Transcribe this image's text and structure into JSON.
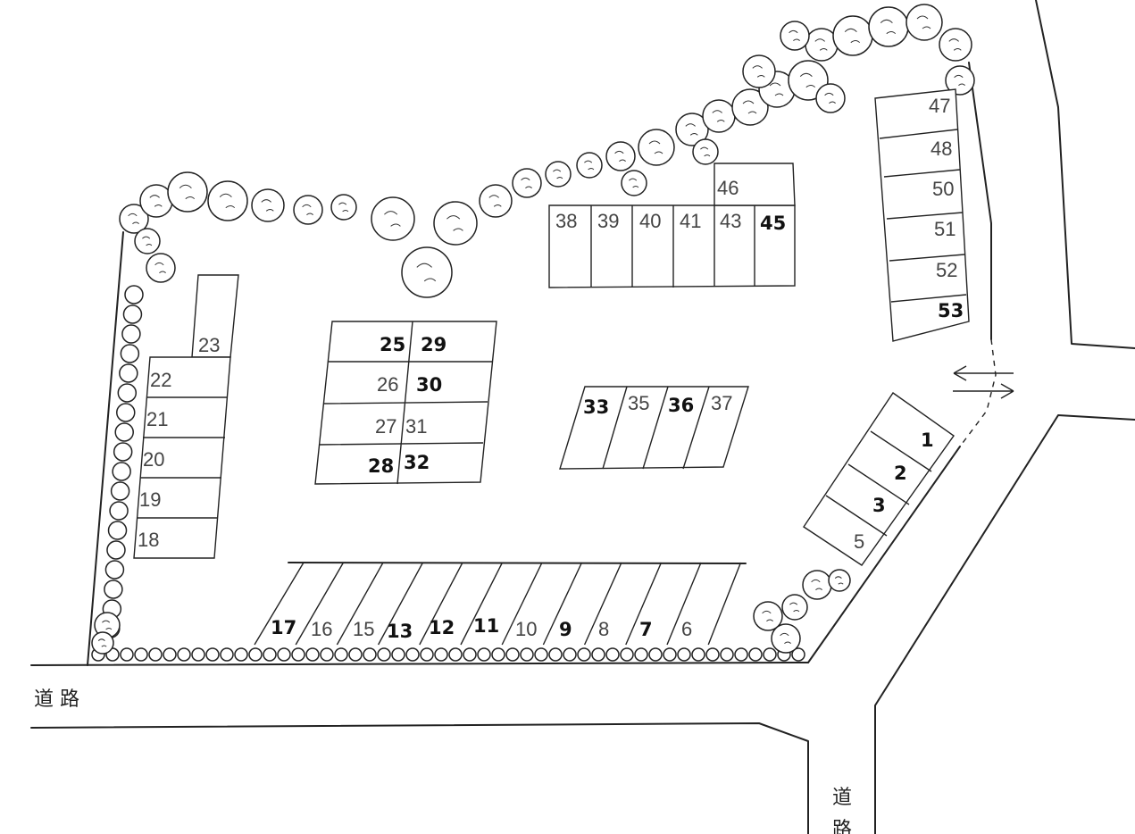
{
  "map": {
    "colors": {
      "line": "#222222",
      "label": "#444444",
      "label_bold": "#111111",
      "background": "#ffffff"
    },
    "road_labels": {
      "bottom_road": "道 路",
      "right_road": "道路"
    },
    "entrance_icon": "two-way-arrow-icon",
    "tree_icon": "tree-canopy-icon",
    "parking_spaces": [
      {
        "label": "1",
        "bold": true
      },
      {
        "label": "2",
        "bold": true
      },
      {
        "label": "3",
        "bold": true
      },
      {
        "label": "5",
        "bold": false
      },
      {
        "label": "6",
        "bold": false
      },
      {
        "label": "7",
        "bold": true
      },
      {
        "label": "8",
        "bold": false
      },
      {
        "label": "9",
        "bold": true
      },
      {
        "label": "10",
        "bold": false
      },
      {
        "label": "11",
        "bold": true
      },
      {
        "label": "12",
        "bold": true
      },
      {
        "label": "13",
        "bold": true
      },
      {
        "label": "15",
        "bold": false
      },
      {
        "label": "16",
        "bold": false
      },
      {
        "label": "17",
        "bold": true
      },
      {
        "label": "18",
        "bold": false
      },
      {
        "label": "19",
        "bold": false
      },
      {
        "label": "20",
        "bold": false
      },
      {
        "label": "21",
        "bold": false
      },
      {
        "label": "22",
        "bold": false
      },
      {
        "label": "23",
        "bold": false
      },
      {
        "label": "25",
        "bold": true
      },
      {
        "label": "26",
        "bold": false
      },
      {
        "label": "27",
        "bold": false
      },
      {
        "label": "28",
        "bold": true
      },
      {
        "label": "29",
        "bold": true
      },
      {
        "label": "30",
        "bold": true
      },
      {
        "label": "31",
        "bold": false
      },
      {
        "label": "32",
        "bold": true
      },
      {
        "label": "33",
        "bold": true
      },
      {
        "label": "35",
        "bold": false
      },
      {
        "label": "36",
        "bold": true
      },
      {
        "label": "37",
        "bold": false
      },
      {
        "label": "38",
        "bold": false
      },
      {
        "label": "39",
        "bold": false
      },
      {
        "label": "40",
        "bold": false
      },
      {
        "label": "41",
        "bold": false
      },
      {
        "label": "43",
        "bold": false
      },
      {
        "label": "45",
        "bold": true
      },
      {
        "label": "46",
        "bold": false
      },
      {
        "label": "47",
        "bold": false
      },
      {
        "label": "48",
        "bold": false
      },
      {
        "label": "50",
        "bold": false
      },
      {
        "label": "51",
        "bold": false
      },
      {
        "label": "52",
        "bold": false
      },
      {
        "label": "53",
        "bold": true
      }
    ]
  }
}
